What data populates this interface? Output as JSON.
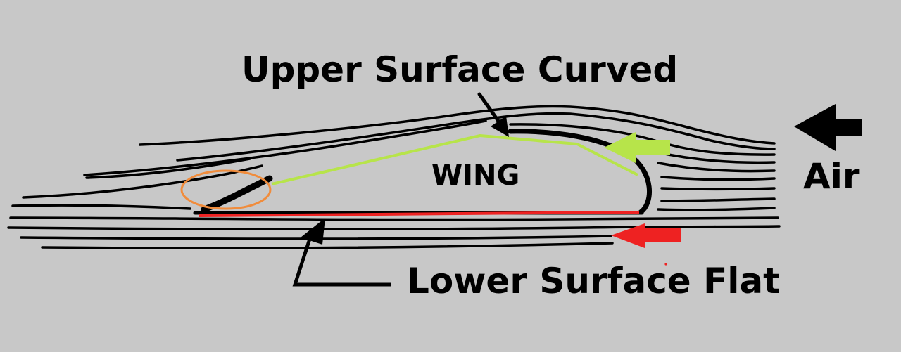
{
  "labels": {
    "upper": "Upper Surface Curved",
    "lower": "Lower Surface Flat",
    "wing": "WING",
    "air": "Air"
  },
  "colors": {
    "background": "#c8c8c8",
    "lines": "#000000",
    "upper_surface": "#b7e44a",
    "lower_surface": "#ee2222",
    "highlight_circle": "#f08c3c"
  }
}
